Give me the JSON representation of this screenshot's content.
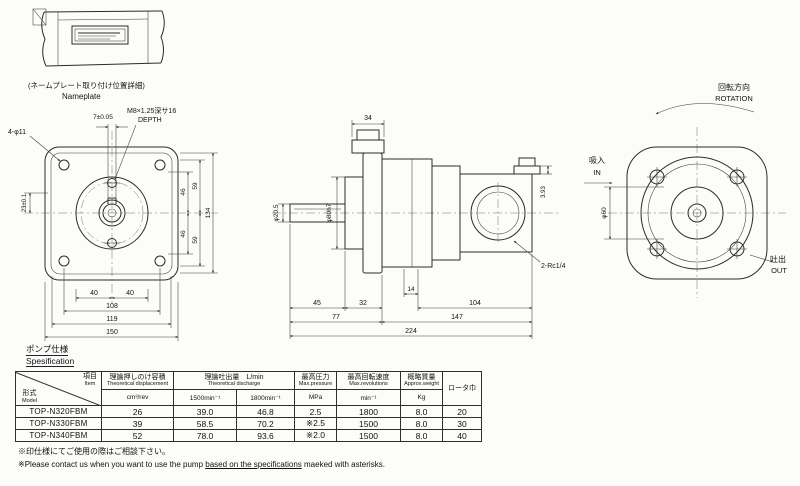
{
  "nameplate_detail": {
    "caption_jp": "(ネームプレート取り付け位置詳細)",
    "caption_en": "Nameplate"
  },
  "front_view": {
    "label_holes": "4-φ11",
    "label_keyway_width": "7±0.05",
    "label_thread": "M8×1.25深サ16",
    "label_depth": "DEPTH",
    "dim_left": "23±0.1",
    "dims_bottom": {
      "d40a": "40",
      "d40b": "40",
      "d108": "108",
      "d119": "119",
      "d150": "150"
    },
    "dims_right": {
      "d46t": "46",
      "d59t": "59",
      "d46b": "46",
      "d59b": "59",
      "d134": "134"
    }
  },
  "side_view": {
    "dim_top": "34",
    "label_shaft": "φ20.5",
    "label_pilot": "φ80h7",
    "dim_boss": "3.93",
    "label_port": "2-Rc1/4",
    "dims_bottom": {
      "d45": "45",
      "d32": "32",
      "d14": "14",
      "d104": "104",
      "d77": "77",
      "d147": "147",
      "d224": "224"
    }
  },
  "rear_view": {
    "rotation_jp": "回転方向",
    "rotation_en": "ROTATION",
    "in_jp": "吸入",
    "in_en": "IN",
    "out_jp": "吐出",
    "out_en": "OUT",
    "dim_port": "φ60"
  },
  "spec": {
    "title_jp": "ポンプ仕様",
    "title_en": "Spesification",
    "header": {
      "item_jp": "項目",
      "item_en": "Item",
      "model_jp": "形式",
      "model_en": "Model",
      "disp_jp": "理論押しのけ容積",
      "disp_en": "Theoretical displacement",
      "disp_unit": "cm³/rev",
      "discharge_jp": "理論吐出量　L/min",
      "discharge_en": "Theoretical discharge",
      "rpm1500": "1500min⁻¹",
      "rpm1800": "1800min⁻¹",
      "pressure_jp": "最高圧力",
      "pressure_en": "Max.pressure",
      "pressure_unit": "MPa",
      "rev_jp": "最高回転速度",
      "rev_en": "Max.revolutions",
      "rev_unit": "min⁻¹",
      "weight_jp": "概略質量",
      "weight_en": "Approx.weight",
      "weight_unit": "Kg",
      "rotor_jp": "ロータ巾"
    },
    "rows": [
      {
        "model": "TOP-N320FBM",
        "disp": "26",
        "q1500": "39.0",
        "q1800": "46.8",
        "pressure": "2.5",
        "rev": "1800",
        "weight": "8.0",
        "rotor": "20"
      },
      {
        "model": "TOP-N330FBM",
        "disp": "39",
        "q1500": "58.5",
        "q1800": "70.2",
        "pressure": "※2.5",
        "rev": "1500",
        "weight": "8.0",
        "rotor": "30"
      },
      {
        "model": "TOP-N340FBM",
        "disp": "52",
        "q1500": "78.0",
        "q1800": "93.6",
        "pressure": "※2.0",
        "rev": "1500",
        "weight": "8.0",
        "rotor": "40"
      }
    ]
  },
  "notes": {
    "jp": "※印仕様にてご使用の際はご相談下さい。",
    "en_pre": "※Please contact us when you want to use the pump ",
    "en_underline": "based on the specifications",
    "en_post": " maeked with asterisks."
  }
}
